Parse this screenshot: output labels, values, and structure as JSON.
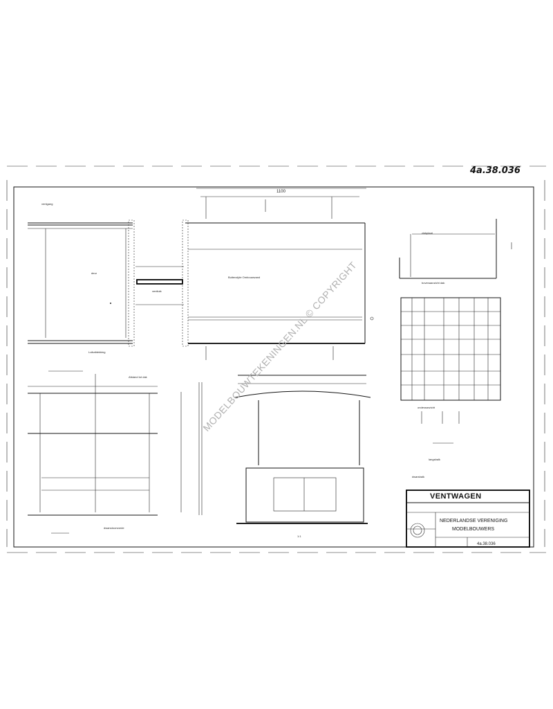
{
  "drawing": {
    "handwritten_number": "4a.38.036",
    "watermark": "MODELBOUWTEKENINGEN.NL © COPYRIGHT"
  },
  "title_block": {
    "name": "VENTWAGEN",
    "association_line1": "NEDERLANDSE VERENIGING",
    "association_line2": "MODELBOUWERS",
    "drawing_number": "4a.38.036"
  },
  "labels": {
    "top_dimension": "1100",
    "body_note": "Buitenzijde Ombouwwand"
  }
}
